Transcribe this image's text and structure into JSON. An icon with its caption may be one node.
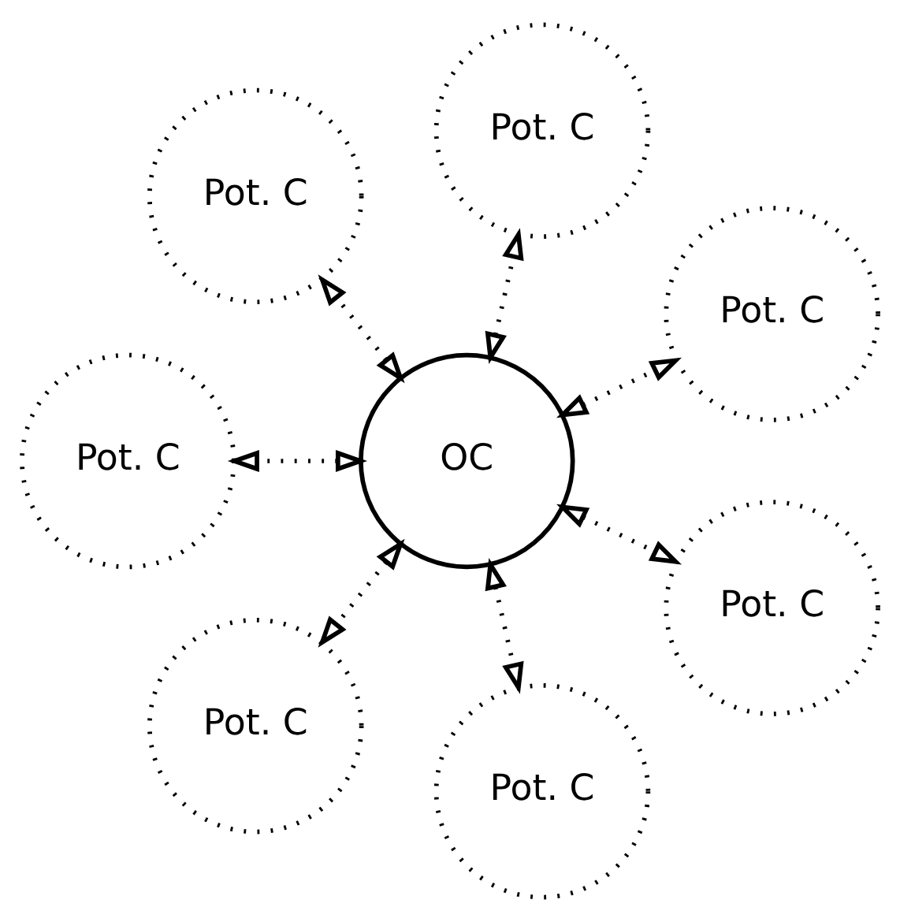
{
  "diagram": {
    "nodes": [
      {
        "text": [
          "OC"
        ]
      },
      {
        "text": [
          "Pot. C"
        ]
      },
      {
        "text": [
          "Pot. C"
        ]
      },
      {
        "text": [
          "Pot. C"
        ]
      },
      {
        "text": [
          "Pot. C"
        ]
      },
      {
        "text": [
          "Pot. C"
        ]
      },
      {
        "text": [
          "Pot. C"
        ]
      },
      {
        "text": [
          "Pot. C"
        ]
      }
    ],
    "edges": [
      {
        "from": 0,
        "to": 1,
        "arrow": "both"
      },
      {
        "from": 0,
        "to": 2,
        "arrow": "both"
      },
      {
        "from": 0,
        "to": 3,
        "arrow": "both"
      },
      {
        "from": 0,
        "to": 4,
        "arrow": "both"
      },
      {
        "from": 0,
        "to": 5,
        "arrow": "both"
      },
      {
        "from": 0,
        "to": 6,
        "arrow": "both"
      },
      {
        "from": 0,
        "to": 7,
        "arrow": "both"
      }
    ]
  }
}
